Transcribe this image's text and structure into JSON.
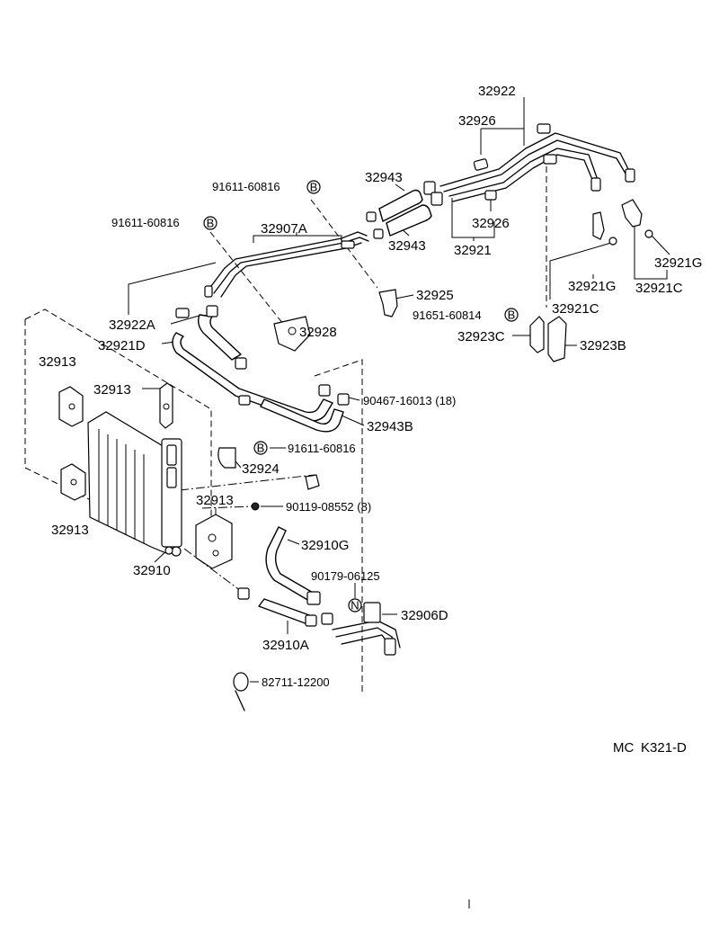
{
  "labels": {
    "p32922": "32922",
    "p32926_top": "32926",
    "p32943_top": "32943",
    "p91611_a": "91611-60816",
    "p32926_mid": "32926",
    "p91611_b": "91611-60816",
    "p32907A": "32907A",
    "p32943_mid": "32943",
    "p32921": "32921",
    "p32921G_right": "32921G",
    "p32921G": "32921G",
    "p32921C_right": "32921C",
    "p32925": "32925",
    "p32921C": "32921C",
    "p32922A": "32922A",
    "p91651": "91651-60814",
    "p32921D": "32921D",
    "p32928": "32928",
    "p32923C": "32923C",
    "p32923B": "32923B",
    "p32913_a": "32913",
    "p32913_b": "32913",
    "p90467": "90467-16013 (18)",
    "p32943B": "32943B",
    "p91611_c": "91611-60816",
    "p32924": "32924",
    "p32913_c": "32913",
    "p90119": "90119-08552 (8)",
    "p32913_d": "32913",
    "p32910G": "32910G",
    "p32910": "32910",
    "p90179": "90179-06125",
    "p32906D": "32906D",
    "p32910A": "32910A",
    "p82711": "82711-12200",
    "ref_mc": "MC",
    "ref_code": "K321-D"
  },
  "markers": {
    "b": "B",
    "n": "N"
  },
  "colors": {
    "ink": "#000000",
    "paper": "#ffffff"
  }
}
